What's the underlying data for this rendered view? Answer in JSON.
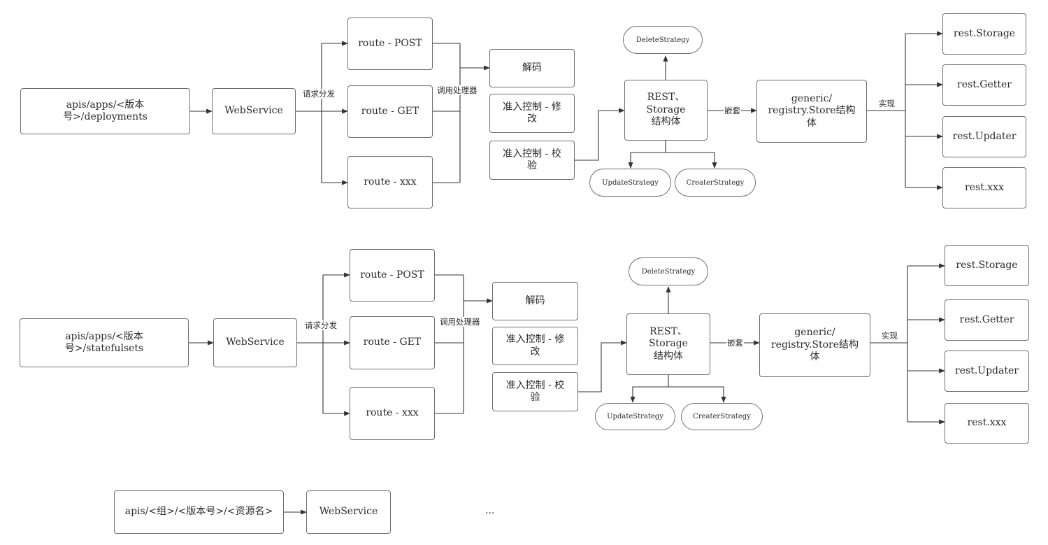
{
  "diagrams": [
    {
      "source": "apis/apps/<版本\n号>/deployments",
      "webservice": "WebService",
      "dispatch_label": "请求分发",
      "routes": [
        "route - POST",
        "route - GET",
        "route - xxx"
      ],
      "handler_label": "调用处理器",
      "handlers": [
        "解码",
        "准入控制 - 修\n改",
        "准入控制 - 校\n验"
      ],
      "rest": "REST、Storage\n结构体",
      "strategies": [
        "DeleteStrategy",
        "UpdateStrategy",
        "CreaterStrategy"
      ],
      "embed_label": "嵌套",
      "store": "generic/\nregistry.Store结构\n体",
      "implement_label": "实现",
      "interfaces": [
        "rest.Storage",
        "rest.Getter",
        "rest.Updater",
        "rest.xxx"
      ]
    },
    {
      "source": "apis/apps/<版本\n号>/statefulsets",
      "webservice": "WebService",
      "dispatch_label": "请求分发",
      "routes": [
        "route - POST",
        "route - GET",
        "route - xxx"
      ],
      "handler_label": "调用处理器",
      "handlers": [
        "解码",
        "准入控制 - 修\n改",
        "准入控制 - 校\n验"
      ],
      "rest": "REST、Storage\n结构体",
      "strategies": [
        "DeleteStrategy",
        "UpdateStrategy",
        "CreaterStrategy"
      ],
      "embed_label": "嵌套",
      "store": "generic/\nregistry.Store结构\n体",
      "implement_label": "实现",
      "interfaces": [
        "rest.Storage",
        "rest.Getter",
        "rest.Updater",
        "rest.xxx"
      ]
    }
  ],
  "footer": {
    "source": "apis/<组>/<版本号>/<资源名>",
    "webservice": "WebService",
    "ellipsis": "..."
  },
  "colors": {
    "line": "#333333",
    "border": "#6f6f6f"
  }
}
